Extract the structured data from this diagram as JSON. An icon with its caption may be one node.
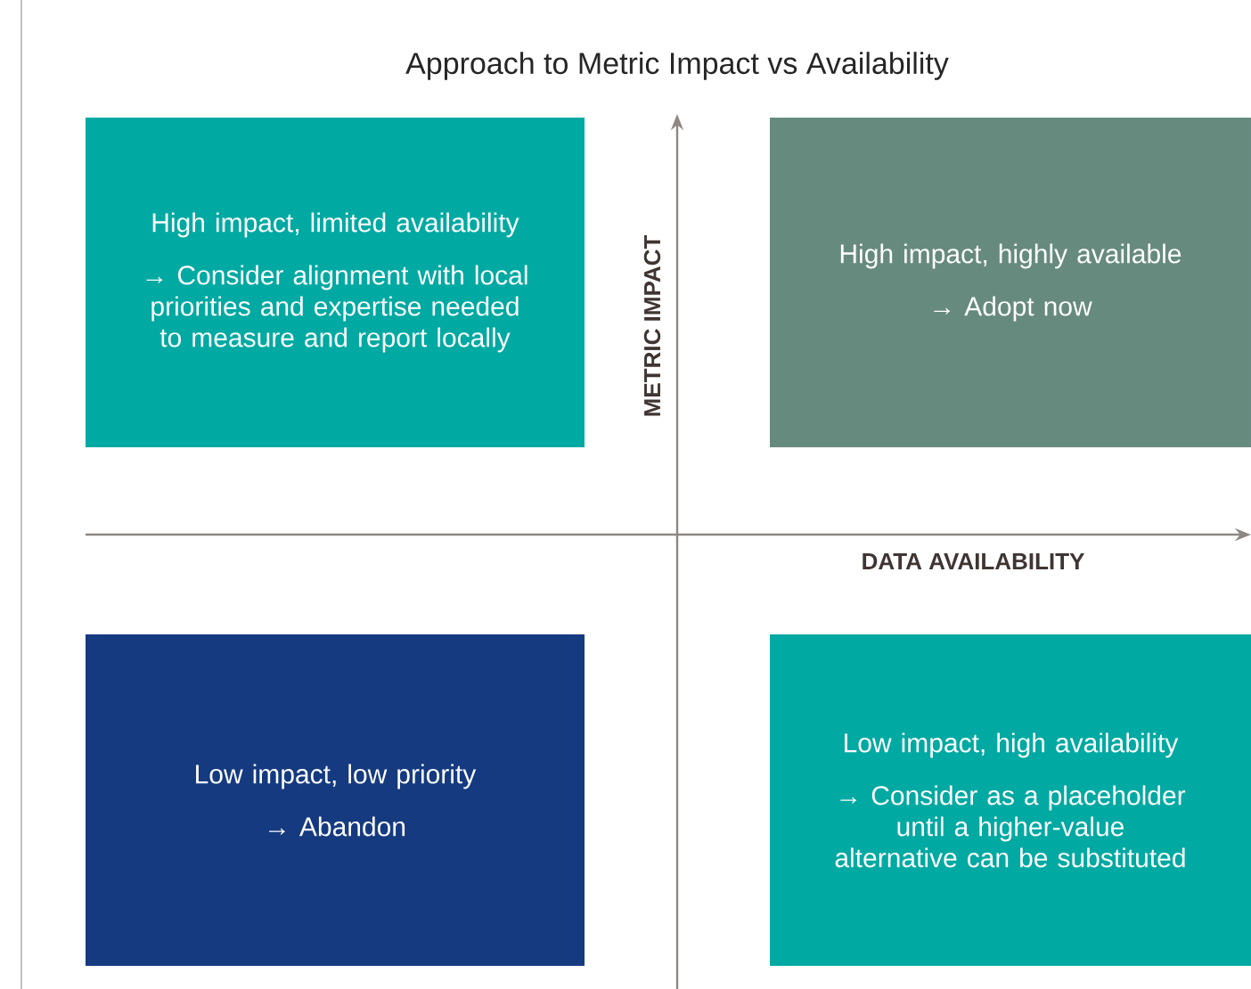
{
  "diagram": {
    "title": "Approach to Metric Impact vs Availability",
    "nodes": [
      {
        "text": [
          "High impact, limited availability",
          "→ Consider alignment with local priorities and expertise needed to measure and report locally"
        ]
      },
      {
        "text": [
          "High impact, highly available",
          "→ Adopt now"
        ]
      },
      {
        "text": [
          "Low impact, low priority",
          "→ Abandon"
        ]
      },
      {
        "text": [
          "Low impact, high availability",
          "→ Consider as a placeholder until a higher-value alternative can be substituted"
        ]
      }
    ],
    "labels": [
      "METRIC IMPACT",
      "DATA AVAILABILITY"
    ]
  }
}
